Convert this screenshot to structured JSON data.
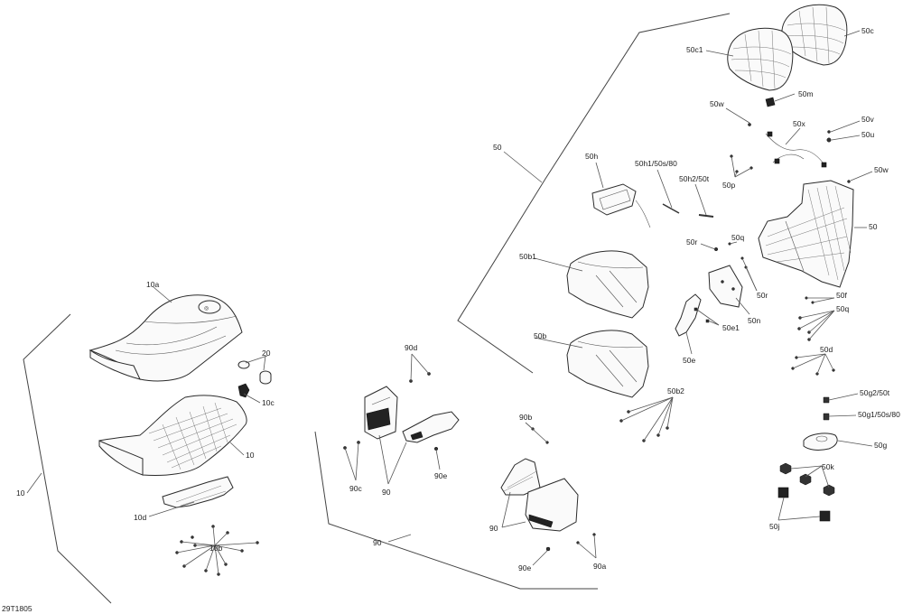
{
  "drawing_id": "29T1805",
  "callouts": {
    "c10": "10",
    "c10a": "10a",
    "c10b": "10b",
    "c10c": "10c",
    "c10d": "10d",
    "c20": "20",
    "c90_top": "90",
    "c90_mid": "90",
    "c90_group": "90",
    "c90a": "90a",
    "c90b": "90b",
    "c90c": "90c",
    "c90d": "90d",
    "c90e_top": "90e",
    "c90e_bot": "90e",
    "c50_group": "50",
    "c50_frame": "50",
    "c50b": "50b",
    "c50b1": "50b1",
    "c50b2": "50b2",
    "c50c": "50c",
    "c50c1": "50c1",
    "c50d": "50d",
    "c50e": "50e",
    "c50e1": "50e1",
    "c50f": "50f",
    "c50g": "50g",
    "c50g1": "50g1/50s/80",
    "c50g2": "50g2/50t",
    "c50h": "50h",
    "c50h1": "50h1/50s/80",
    "c50h2": "50h2/50t",
    "c50j": "50j",
    "c50k": "50k",
    "c50m": "50m",
    "c50n": "50n",
    "c50p": "50p",
    "c50q_top": "50q",
    "c50q_right": "50q",
    "c50r_top": "50r",
    "c50r_mid": "50r",
    "c50u": "50u",
    "c50v": "50v",
    "c50w_top": "50w",
    "c50w_right": "50w",
    "c50x": "50x"
  }
}
